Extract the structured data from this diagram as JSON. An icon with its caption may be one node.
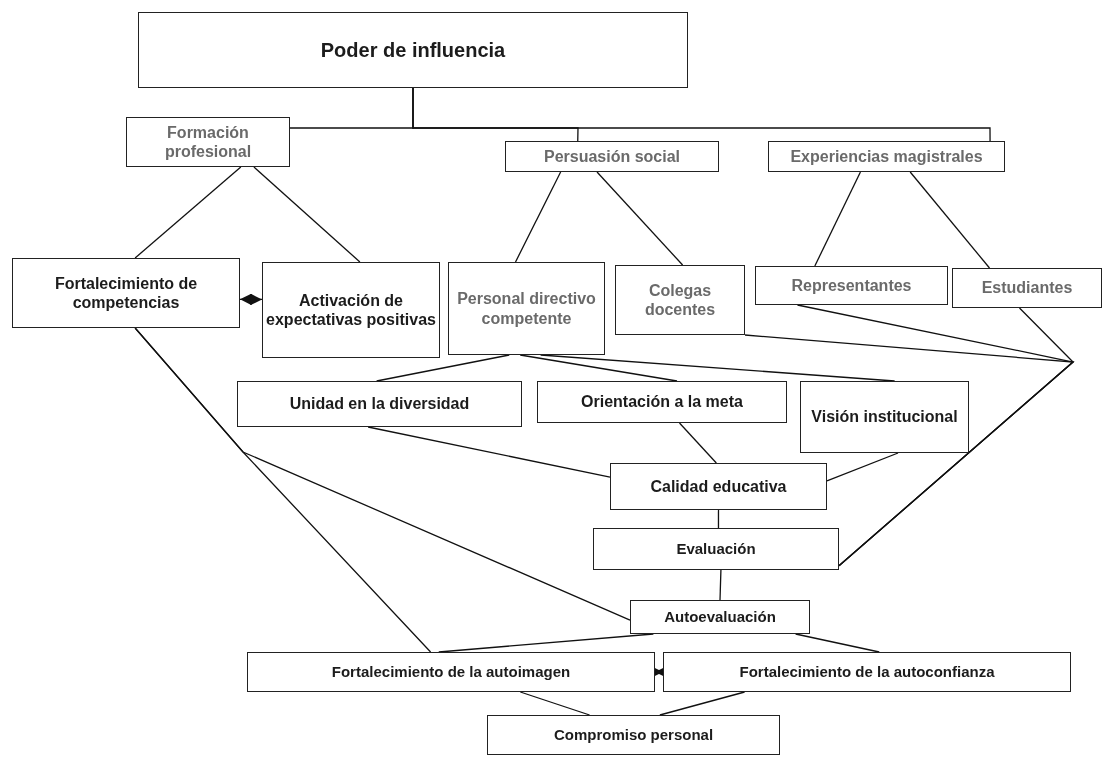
{
  "diagram": {
    "nodes": [
      {
        "text": [
          "Poder de influencia"
        ]
      },
      {
        "text": [
          "Formación profesional"
        ]
      },
      {
        "text": [
          "Persuasión social"
        ]
      },
      {
        "text": [
          "Experiencias magistrales"
        ]
      },
      {
        "text": [
          "Fortalecimiento de competencias"
        ]
      },
      {
        "text": [
          "Activación de expectativas positivas"
        ]
      },
      {
        "text": [
          "Personal directivo competente"
        ]
      },
      {
        "text": [
          "Colegas docentes"
        ]
      },
      {
        "text": [
          "Representantes"
        ]
      },
      {
        "text": [
          "Estudiantes"
        ]
      },
      {
        "text": [
          "Unidad en la diversidad"
        ]
      },
      {
        "text": [
          "Orientación a la meta"
        ]
      },
      {
        "text": [
          "Visión institucional"
        ]
      },
      {
        "text": [
          "Calidad educativa"
        ]
      },
      {
        "text": [
          "Evaluación"
        ]
      },
      {
        "text": [
          "Autoevaluación"
        ]
      },
      {
        "text": [
          "Fortalecimiento de la autoimagen"
        ]
      },
      {
        "text": [
          "Fortalecimiento de la autoconfianza"
        ]
      },
      {
        "text": [
          "Compromiso personal"
        ]
      }
    ],
    "edges": [
      {
        "from": 0,
        "to": 1,
        "arrow": "none"
      },
      {
        "from": 0,
        "to": 2,
        "arrow": "none"
      },
      {
        "from": 0,
        "to": 3,
        "arrow": "none"
      },
      {
        "from": 1,
        "to": 4,
        "arrow": "none"
      },
      {
        "from": 1,
        "to": 5,
        "arrow": "none"
      },
      {
        "from": 2,
        "to": 6,
        "arrow": "none"
      },
      {
        "from": 2,
        "to": 7,
        "arrow": "none"
      },
      {
        "from": 3,
        "to": 8,
        "arrow": "none"
      },
      {
        "from": 3,
        "to": 9,
        "arrow": "none"
      },
      {
        "from": 4,
        "to": 5,
        "arrow": "both"
      },
      {
        "from": 6,
        "to": 10,
        "arrow": "none"
      },
      {
        "from": 6,
        "to": 11,
        "arrow": "none"
      },
      {
        "from": 6,
        "to": 12,
        "arrow": "none"
      },
      {
        "from": 7,
        "to": 14,
        "arrow": "none"
      },
      {
        "from": 8,
        "to": 14,
        "arrow": "none"
      },
      {
        "from": 9,
        "to": 14,
        "arrow": "none"
      },
      {
        "from": 10,
        "to": 13,
        "arrow": "none"
      },
      {
        "from": 11,
        "to": 13,
        "arrow": "none"
      },
      {
        "from": 12,
        "to": 13,
        "arrow": "none"
      },
      {
        "from": 13,
        "to": 14,
        "arrow": "none"
      },
      {
        "from": 14,
        "to": 15,
        "arrow": "none"
      },
      {
        "from": 4,
        "to": 15,
        "arrow": "none"
      },
      {
        "from": 4,
        "to": 16,
        "arrow": "none"
      },
      {
        "from": 15,
        "to": 16,
        "arrow": "none"
      },
      {
        "from": 15,
        "to": 17,
        "arrow": "none"
      },
      {
        "from": 16,
        "to": 17,
        "arrow": "both"
      },
      {
        "from": 16,
        "to": 18,
        "arrow": "none"
      },
      {
        "from": 17,
        "to": 18,
        "arrow": "none"
      }
    ]
  }
}
